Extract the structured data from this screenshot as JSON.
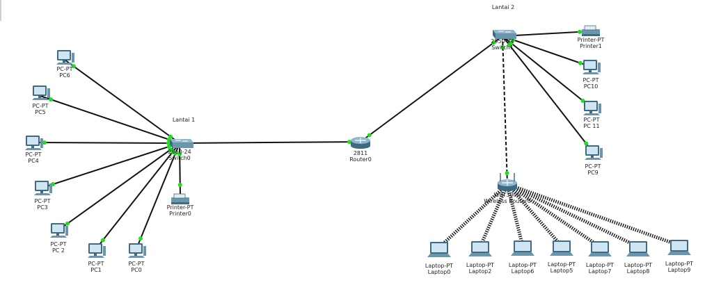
{
  "areas": {
    "lantai1": "Lantai 1",
    "lantai2": "Lantai 2"
  },
  "colors": {
    "link": "#111111",
    "port": "#22dd22",
    "device_body": "#6a95ad",
    "device_dark": "#3e6a82",
    "screen": "#cfe6f2"
  },
  "devices": {
    "switch0": {
      "model": "2960-24",
      "name": "Switch0",
      "type": "switch-icon"
    },
    "switch1": {
      "model": "2950-24",
      "name": "Switch1",
      "type": "switch-icon"
    },
    "router0": {
      "model": "2811",
      "name": "Router0",
      "type": "router-icon"
    },
    "wr0": {
      "model": "WRT300N",
      "name": "Wireless Router0",
      "type": "wireless-router-icon"
    },
    "printer0": {
      "model": "Printer-PT",
      "name": "Printer0",
      "type": "printer-icon"
    },
    "printer1": {
      "model": "Printer-PT",
      "name": "Printer1",
      "type": "printer-icon"
    },
    "pc0": {
      "model": "PC-PT",
      "name": "PC0",
      "type": "pc-icon"
    },
    "pc1": {
      "model": "PC-PT",
      "name": "PC1",
      "type": "pc-icon"
    },
    "pc2": {
      "model": "PC-PT",
      "name": "PC 2",
      "type": "pc-icon"
    },
    "pc3": {
      "model": "PC-PT",
      "name": "PC3",
      "type": "pc-icon"
    },
    "pc4": {
      "model": "PC-PT",
      "name": "PC4",
      "type": "pc-icon"
    },
    "pc5": {
      "model": "PC-PT",
      "name": "PC5",
      "type": "pc-icon"
    },
    "pc6": {
      "model": "PC-PT",
      "name": "PC6",
      "type": "pc-icon"
    },
    "pc9": {
      "model": "PC-PT",
      "name": "PC9",
      "type": "pc-icon"
    },
    "pc10": {
      "model": "PC-PT",
      "name": "PC10",
      "type": "pc-icon"
    },
    "pc11": {
      "model": "PC-PT",
      "name": "PC 11",
      "type": "pc-icon"
    },
    "laptop0": {
      "model": "Laptop-PT",
      "name": "Laptop0",
      "type": "laptop-icon"
    },
    "laptop2": {
      "model": "Laptop-PT",
      "name": "Laptop2",
      "type": "laptop-icon"
    },
    "laptop6": {
      "model": "Laptop-PT",
      "name": "Laptop6",
      "type": "laptop-icon"
    },
    "laptop5": {
      "model": "Laptop-PT",
      "name": "Laptop5",
      "type": "laptop-icon"
    },
    "laptop7": {
      "model": "Laptop-PT",
      "name": "Laptop7",
      "type": "laptop-icon"
    },
    "laptop8": {
      "model": "Laptop-PT",
      "name": "Laptop8",
      "type": "laptop-icon"
    },
    "laptop9": {
      "model": "Laptop-PT",
      "name": "Laptop9",
      "type": "laptop-icon"
    }
  },
  "links": [
    {
      "from": "switch0",
      "to": "router0",
      "kind": "wired"
    },
    {
      "from": "router0",
      "to": "switch1",
      "kind": "wired"
    },
    {
      "from": "switch0",
      "to": "pc6",
      "kind": "wired"
    },
    {
      "from": "switch0",
      "to": "pc5",
      "kind": "wired"
    },
    {
      "from": "switch0",
      "to": "pc4",
      "kind": "wired"
    },
    {
      "from": "switch0",
      "to": "pc3",
      "kind": "wired"
    },
    {
      "from": "switch0",
      "to": "pc2",
      "kind": "wired"
    },
    {
      "from": "switch0",
      "to": "pc1",
      "kind": "wired"
    },
    {
      "from": "switch0",
      "to": "pc0",
      "kind": "wired"
    },
    {
      "from": "switch0",
      "to": "printer0",
      "kind": "wired"
    },
    {
      "from": "switch1",
      "to": "printer1",
      "kind": "wired"
    },
    {
      "from": "switch1",
      "to": "pc10",
      "kind": "wired"
    },
    {
      "from": "switch1",
      "to": "pc11",
      "kind": "wired"
    },
    {
      "from": "switch1",
      "to": "pc9",
      "kind": "wired"
    },
    {
      "from": "switch1",
      "to": "wr0",
      "kind": "dashed"
    },
    {
      "from": "wr0",
      "to": "laptop0",
      "kind": "wireless"
    },
    {
      "from": "wr0",
      "to": "laptop2",
      "kind": "wireless"
    },
    {
      "from": "wr0",
      "to": "laptop6",
      "kind": "wireless"
    },
    {
      "from": "wr0",
      "to": "laptop5",
      "kind": "wireless"
    },
    {
      "from": "wr0",
      "to": "laptop7",
      "kind": "wireless"
    },
    {
      "from": "wr0",
      "to": "laptop8",
      "kind": "wireless"
    },
    {
      "from": "wr0",
      "to": "laptop9",
      "kind": "wireless"
    }
  ]
}
